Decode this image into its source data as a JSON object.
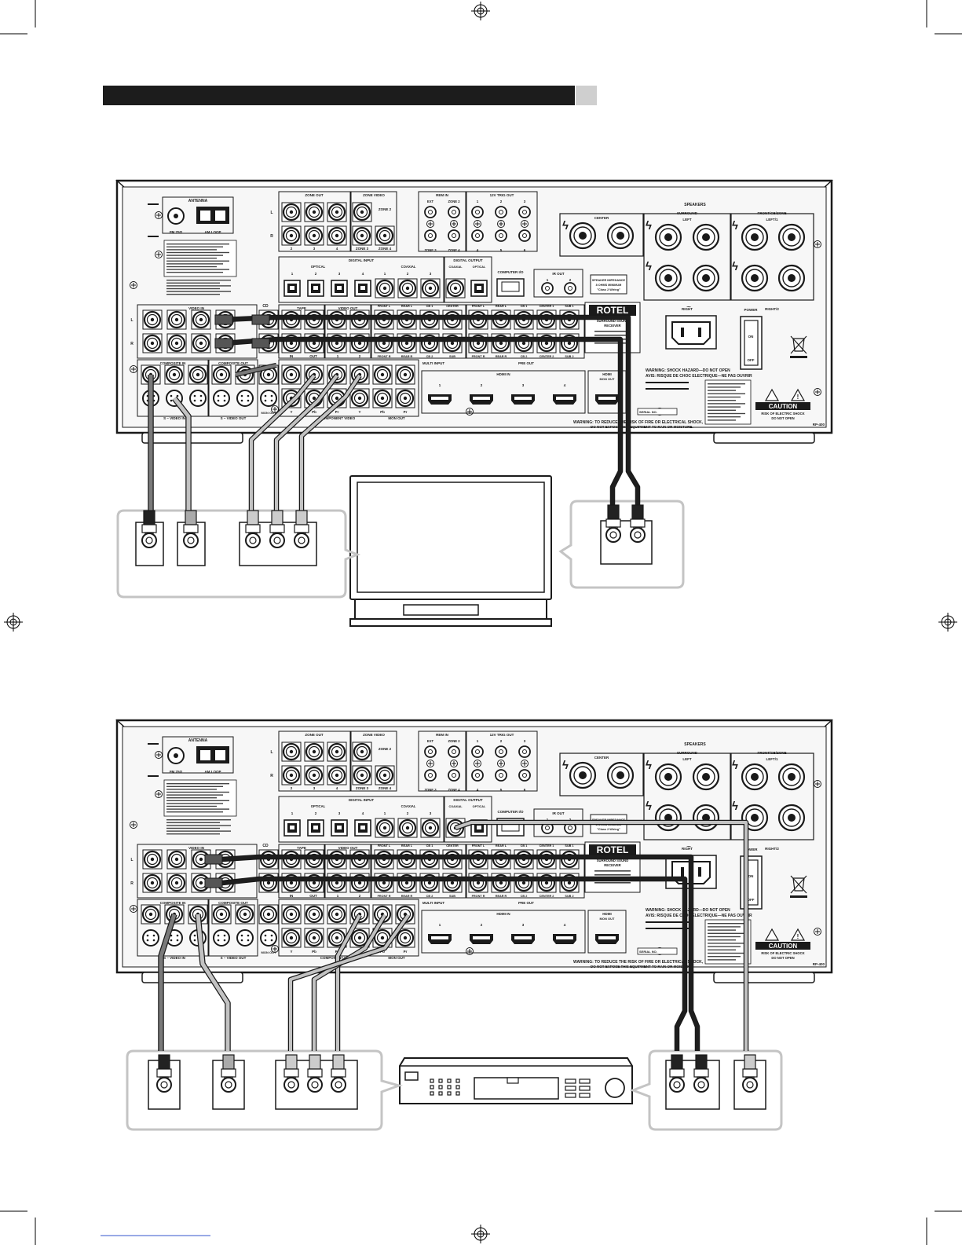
{
  "page": {
    "header_bar_text": "",
    "model_code": "RP-400"
  },
  "brand": {
    "name": "ROTEL"
  },
  "colors": {
    "ink": "#1a1a1a",
    "panel_fill": "#f7f7f7",
    "header_bar": "#1c1c1c",
    "header_tab": "#cfcfcf",
    "cable_dark": "#1e1e1e",
    "cable_mid": "#7a7a7a",
    "cable_light": "#c2c2c2",
    "callout_border": "#c4c4c4"
  },
  "panel_labels": {
    "antenna": "ANTENNA",
    "fm": "FM 75Ω",
    "am": "AM LOOP",
    "zone_out": "ZONE OUT",
    "zone_video": "ZONE VIDEO",
    "zone2": "ZONE 2",
    "zone3": "ZONE 3",
    "zone4": "ZONE 4",
    "rem_in": "REM IN",
    "ext": "EXT",
    "trig_out": "12V TRIG OUT",
    "digital_input": "DIGITAL INPUT",
    "optical": "OPTICAL",
    "coaxial": "COAXIAL",
    "digital_output": "DIGITAL OUTPUT",
    "computer_io": "COMPUTER I/O",
    "ir_out": "IR OUT",
    "speaker_impedance": "SPEAKER IMPEDANCE",
    "ohms_min": "8 OHMS MINIMUM",
    "class2": "\"Class 2 Wiring\"",
    "speakers": "SPEAKERS",
    "center": "CENTER",
    "surround": "SURROUND",
    "front": "FRONT/CB/ZONE",
    "left": "LEFT",
    "left1": "LEFT/1",
    "right": "RIGHT",
    "right2": "RIGHT/2",
    "video_in": "VIDEO IN",
    "cd": "CD",
    "tape": "TAPE",
    "video_out": "VIDEO OUT",
    "composite_in": "COMPOSITE IN",
    "composite_out": "COMPOSITE OUT",
    "svideo_in": "S – VIDEO IN",
    "svideo_out": "S – VIDEO OUT",
    "mon_out": "MON OUT",
    "component_video": "COMPONENT VIDEO",
    "multi_input": "MULTI INPUT",
    "pre_out": "PRE OUT",
    "hdmi_in": "HDMI IN",
    "hdmi": "HDMI",
    "hdmi_mon_out": "MON OUT",
    "surround_receiver": "SURROUND SOUND",
    "receiver": "RECEIVER",
    "power": "POWER",
    "on": "ON",
    "off": "OFF",
    "serial_no": "SERIAL NO.",
    "warning_shock": "WARNING: SHOCK HAZARD—DO NOT OPEN",
    "avis": "AVIS: RISQUE DE CHOC ELECTRIQUE—NE PAS OUVRIR",
    "warning_fire": "WARNING: TO REDUCE THE RISK OF FIRE OR ELECTRICAL SHOCK,",
    "warning_fire2": "DO NOT EXPOSE THIS EQUIPMENT TO RAIN OR MOISTURE.",
    "caution": "CAUTION",
    "caution_sub1": "RISK OF ELECTRIC SHOCK",
    "caution_sub2": "DO NOT OPEN",
    "y": "Y",
    "pb": "Pb",
    "pr": "Pr",
    "front_l": "FRONT L",
    "front_r": "FRONT R",
    "rear_l": "REAR L",
    "rear_r": "REAR R",
    "cb1": "CB 1",
    "cb2": "CB 2",
    "sub": "SUB",
    "center_1": "CENTER 1",
    "center_2": "CENTER 2",
    "sub1": "SUB 1",
    "sub2": "SUB 2",
    "in": "IN",
    "out": "OUT"
  }
}
